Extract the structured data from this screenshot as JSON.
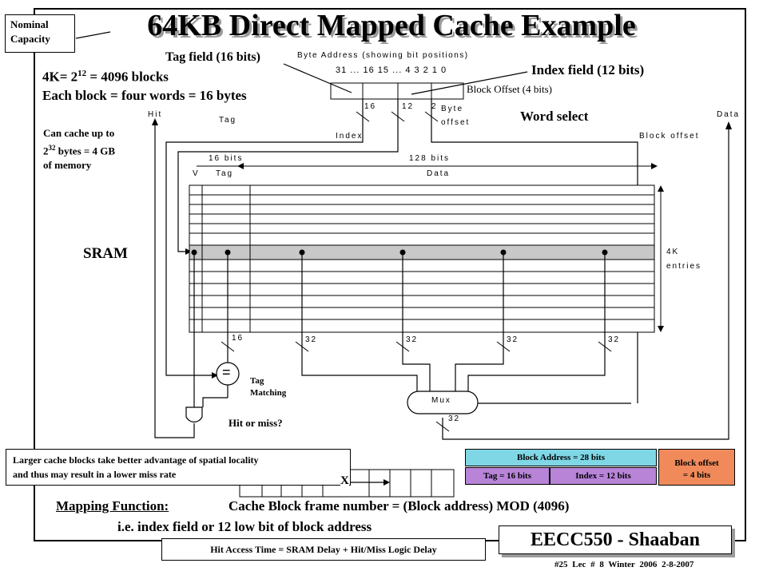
{
  "title": "64KB Direct Mapped Cache Example",
  "nominal_capacity": "Nominal Capacity",
  "tag_field_label": "Tag field (16 bits)",
  "index_field_label": "Index field (12 bits)",
  "block_offset_label": "Block Offset (4 bits)",
  "word_select_label": "Word select",
  "blocks_line": "4K= 2",
  "blocks_exp": "12",
  "blocks_rest": " = 4096 blocks",
  "block_size_line": "Each block = four words = 16 bytes",
  "cache_upto_1": "Can cache up to",
  "cache_upto_2a": "2",
  "cache_upto_2exp": "32",
  "cache_upto_2b": " bytes = 4 GB",
  "cache_upto_3": "of memory",
  "sram_label": "SRAM",
  "byte_address": {
    "caption": "Byte Address (showing bit positions)",
    "bits": "31 ... 16 15 ... 4 3 2 1 0",
    "field_16": "16",
    "field_12": "12",
    "field_2": "2",
    "byte_offset": "Byte offset"
  },
  "hit_label": "Hit",
  "data_label": "Data",
  "tag_label": "Tag",
  "index_label": "Index",
  "block_offset_small": "Block offset",
  "sixteen_bits": "16 bits",
  "onetwentyeight_bits": "128 bits",
  "v_label": "V",
  "tag_col": "Tag",
  "data_col": "Data",
  "entries": "4K entries",
  "bus_widths": [
    "16",
    "32",
    "32",
    "32",
    "32"
  ],
  "eq_symbol": "=",
  "tag_matching": "Tag Matching",
  "hit_or_miss": "Hit or miss?",
  "mux_label": "Mux",
  "mux_out": "32",
  "spatial_note_1": "Larger cache blocks take better advantage of spatial locality",
  "spatial_note_2": "and thus may result in a lower miss rate",
  "x_mark": "X",
  "block_address_box": "Block Address = 28 bits",
  "tag_box": "Tag = 16 bits",
  "index_box": "Index = 12 bits",
  "offset_box_1": "Block offset",
  "offset_box_2": "= 4 bits",
  "mapping_label": "Mapping Function:",
  "mapping_formula": "Cache Block frame number = (Block address) MOD (4096)",
  "mapping_note": "i.e. index field or 12 low bit of block address",
  "hit_access": "Hit Access Time = SRAM Delay + Hit/Miss Logic Delay",
  "course": "EECC550 - Shaaban",
  "footer": "#25 Lec # 8 Winter 2006 2-8-2007",
  "colors": {
    "block_address": "#7fd7e6",
    "tag_index": "#b784d8",
    "offset": "#f08a5b"
  }
}
